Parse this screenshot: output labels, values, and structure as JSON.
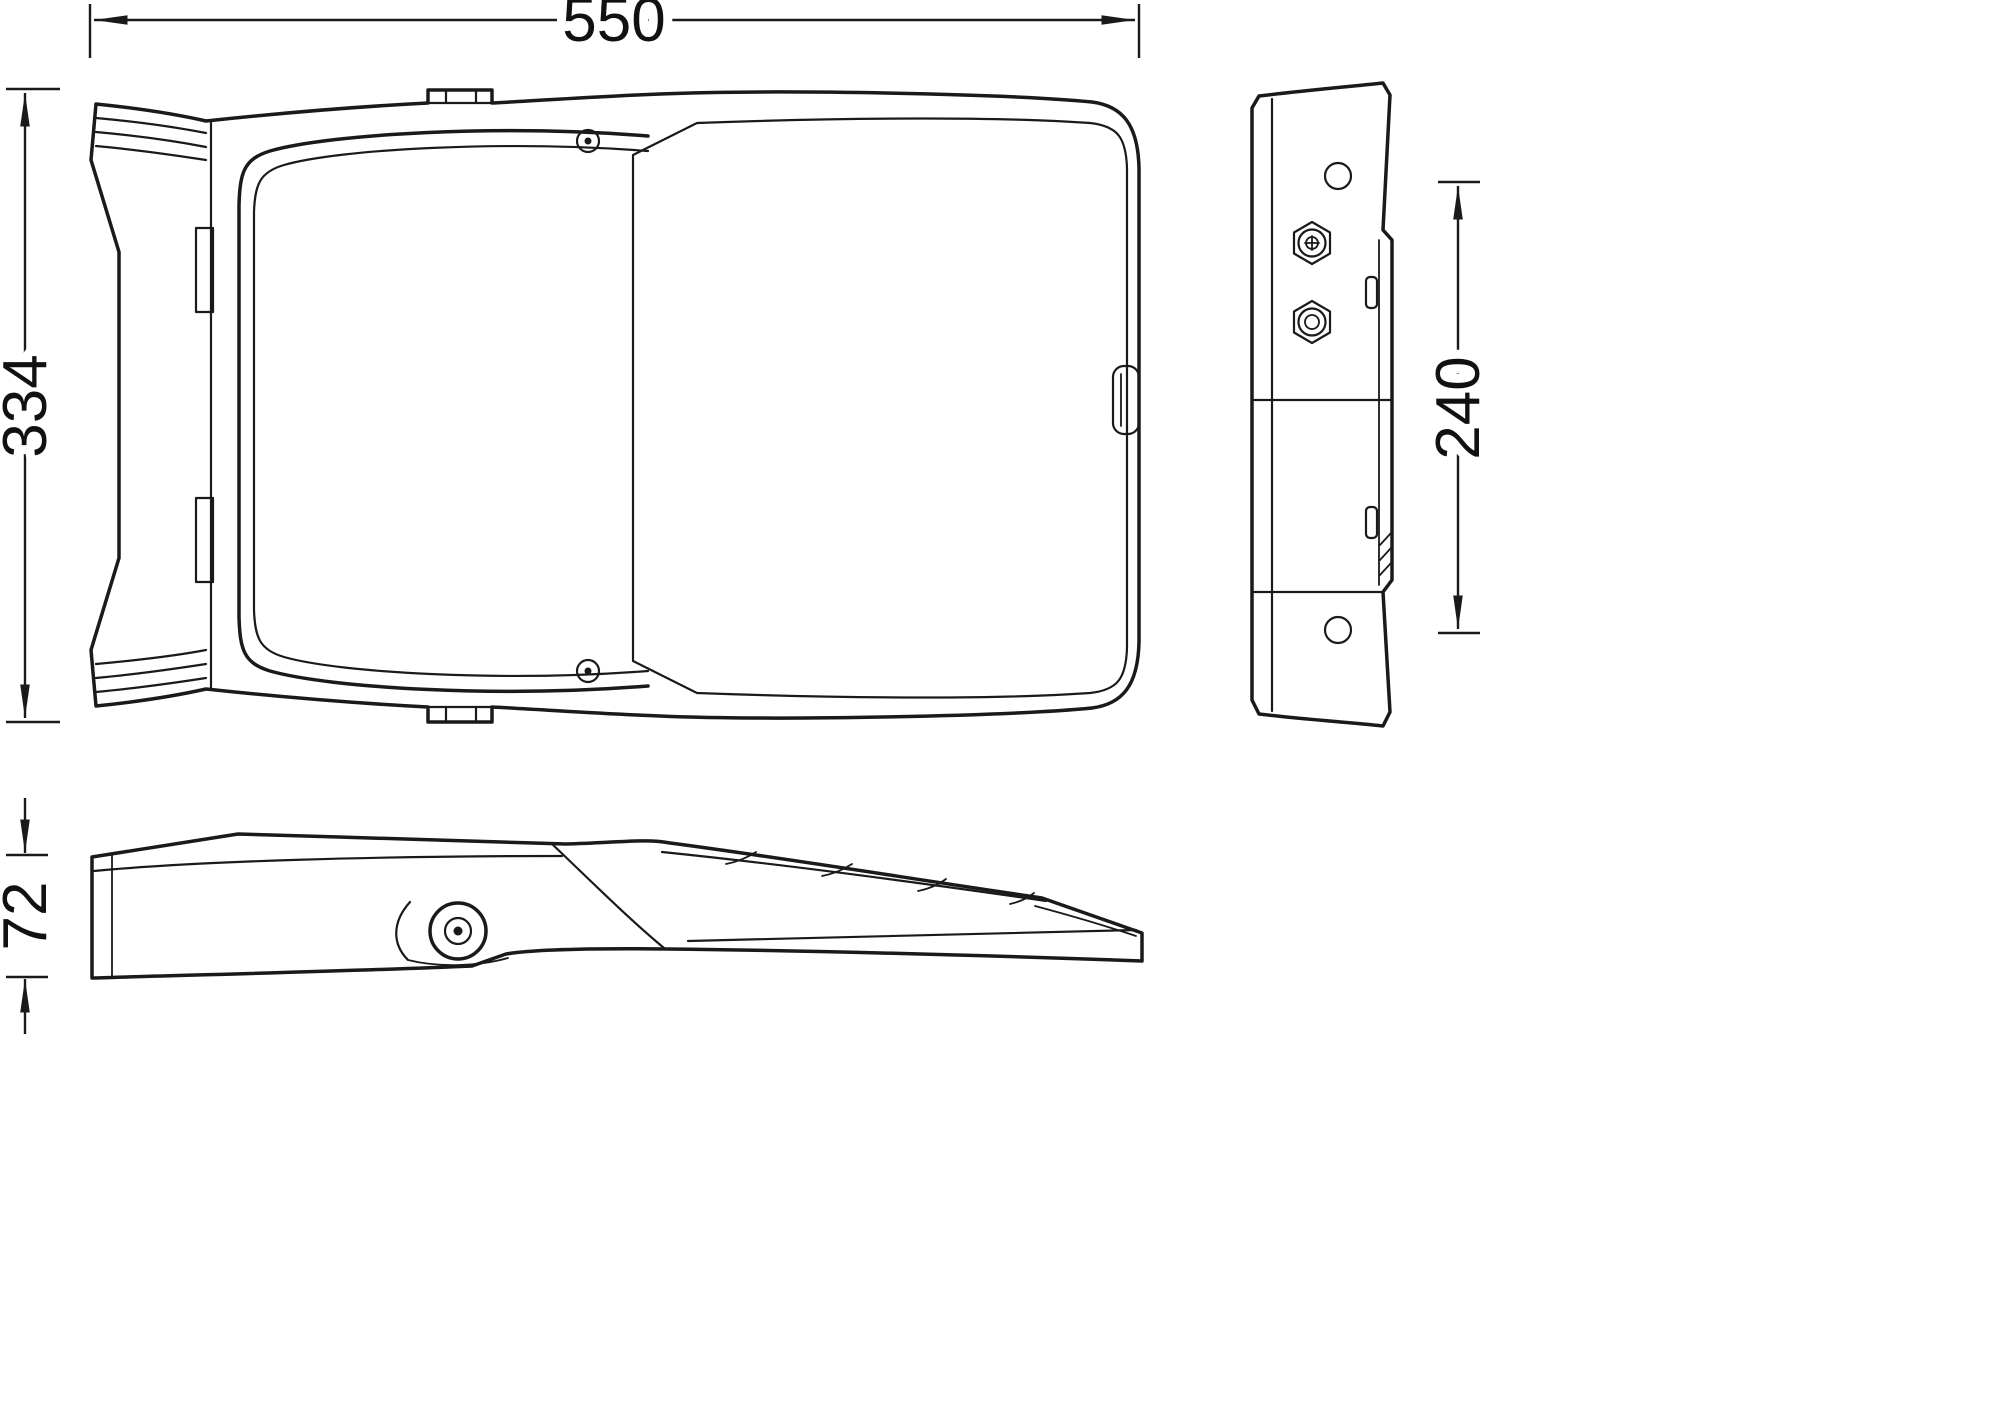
{
  "drawing": {
    "type": "technical-dimension-drawing",
    "line_color": "#1a1a1a",
    "background_color": "#ffffff",
    "views": {
      "top_view": "luminaire plan view",
      "side_view": "luminaire end view",
      "profile_view": "luminaire side elevation"
    },
    "dimensions": {
      "overall_width": "550",
      "overall_height": "334",
      "mounting_height": "240",
      "profile_thickness": "72"
    }
  }
}
